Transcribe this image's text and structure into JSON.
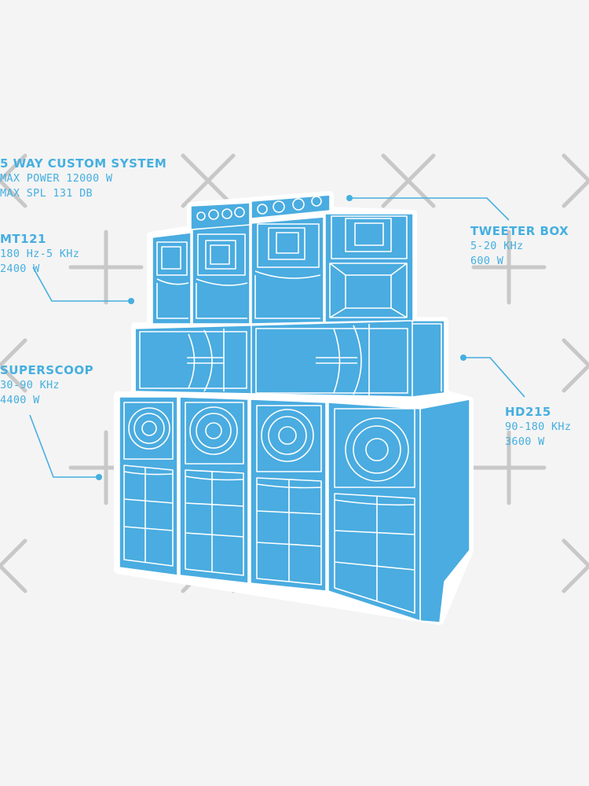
{
  "colors": {
    "accent": "#45afe0",
    "speaker_fill": "#4aace0",
    "speaker_line": "#ffffff",
    "background": "#f4f4f4",
    "watermark": "#c8c8c8"
  },
  "labels": {
    "system": {
      "title": "5 WAY CUSTOM SYSTEM",
      "line1": "MAX POWER 12000 W",
      "line2": "MAX SPL 131 DB"
    },
    "mt121": {
      "title": "MT121",
      "line1": "180 Hz-5 KHz",
      "line2": "2400 W"
    },
    "superscoop": {
      "title": "SUPERSCOOP",
      "line1": "30-90 KHz",
      "line2": "4400 W"
    },
    "tweeter": {
      "title": "TWEETER BOX",
      "line1": "5-20 KHz",
      "line2": "600 W"
    },
    "hd215": {
      "title": "HD215",
      "line1": "90-180 KHz",
      "line2": "3600 W"
    }
  }
}
